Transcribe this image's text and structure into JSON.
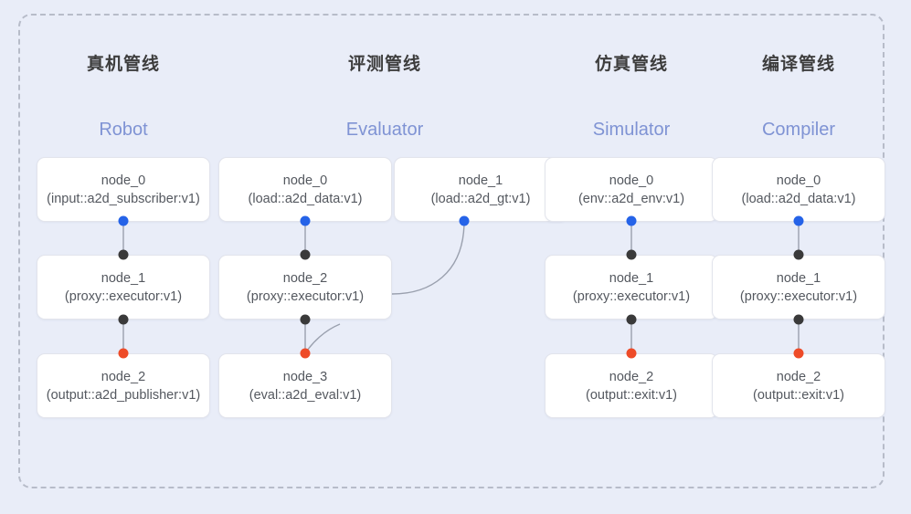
{
  "diagram": {
    "type": "pipeline-graph",
    "background_color": "#e9edf8",
    "frame_border_color": "#b7bcc9",
    "port_colors": {
      "output": "#2563e8",
      "link": "#3a3a3a",
      "terminal": "#ee4b28"
    },
    "edge_color": "#9aa0ae",
    "columns": [
      {
        "id": "robot",
        "title": "真机管线",
        "subtitle": "Robot",
        "nodes": [
          {
            "name": "node_0",
            "spec": "(input::a2d_subscriber:v1)"
          },
          {
            "name": "node_1",
            "spec": "(proxy::executor:v1)"
          },
          {
            "name": "node_2",
            "spec": "(output::a2d_publisher:v1)"
          }
        ]
      },
      {
        "id": "evaluator",
        "title": "评测管线",
        "subtitle": "Evaluator",
        "nodes": [
          {
            "name": "node_0",
            "spec": "(load::a2d_data:v1)"
          },
          {
            "name": "node_1",
            "spec": "(load::a2d_gt:v1)"
          },
          {
            "name": "node_2",
            "spec": "(proxy::executor:v1)"
          },
          {
            "name": "node_3",
            "spec": "(eval::a2d_eval:v1)"
          }
        ]
      },
      {
        "id": "simulator",
        "title": "仿真管线",
        "subtitle": "Simulator",
        "nodes": [
          {
            "name": "node_0",
            "spec": "(env::a2d_env:v1)"
          },
          {
            "name": "node_1",
            "spec": "(proxy::executor:v1)"
          },
          {
            "name": "node_2",
            "spec": "(output::exit:v1)"
          }
        ]
      },
      {
        "id": "compiler",
        "title": "编译管线",
        "subtitle": "Compiler",
        "nodes": [
          {
            "name": "node_0",
            "spec": "(load::a2d_data:v1)"
          },
          {
            "name": "node_1",
            "spec": "(proxy::executor:v1)"
          },
          {
            "name": "node_2",
            "spec": "(output::exit:v1)"
          }
        ]
      }
    ]
  }
}
